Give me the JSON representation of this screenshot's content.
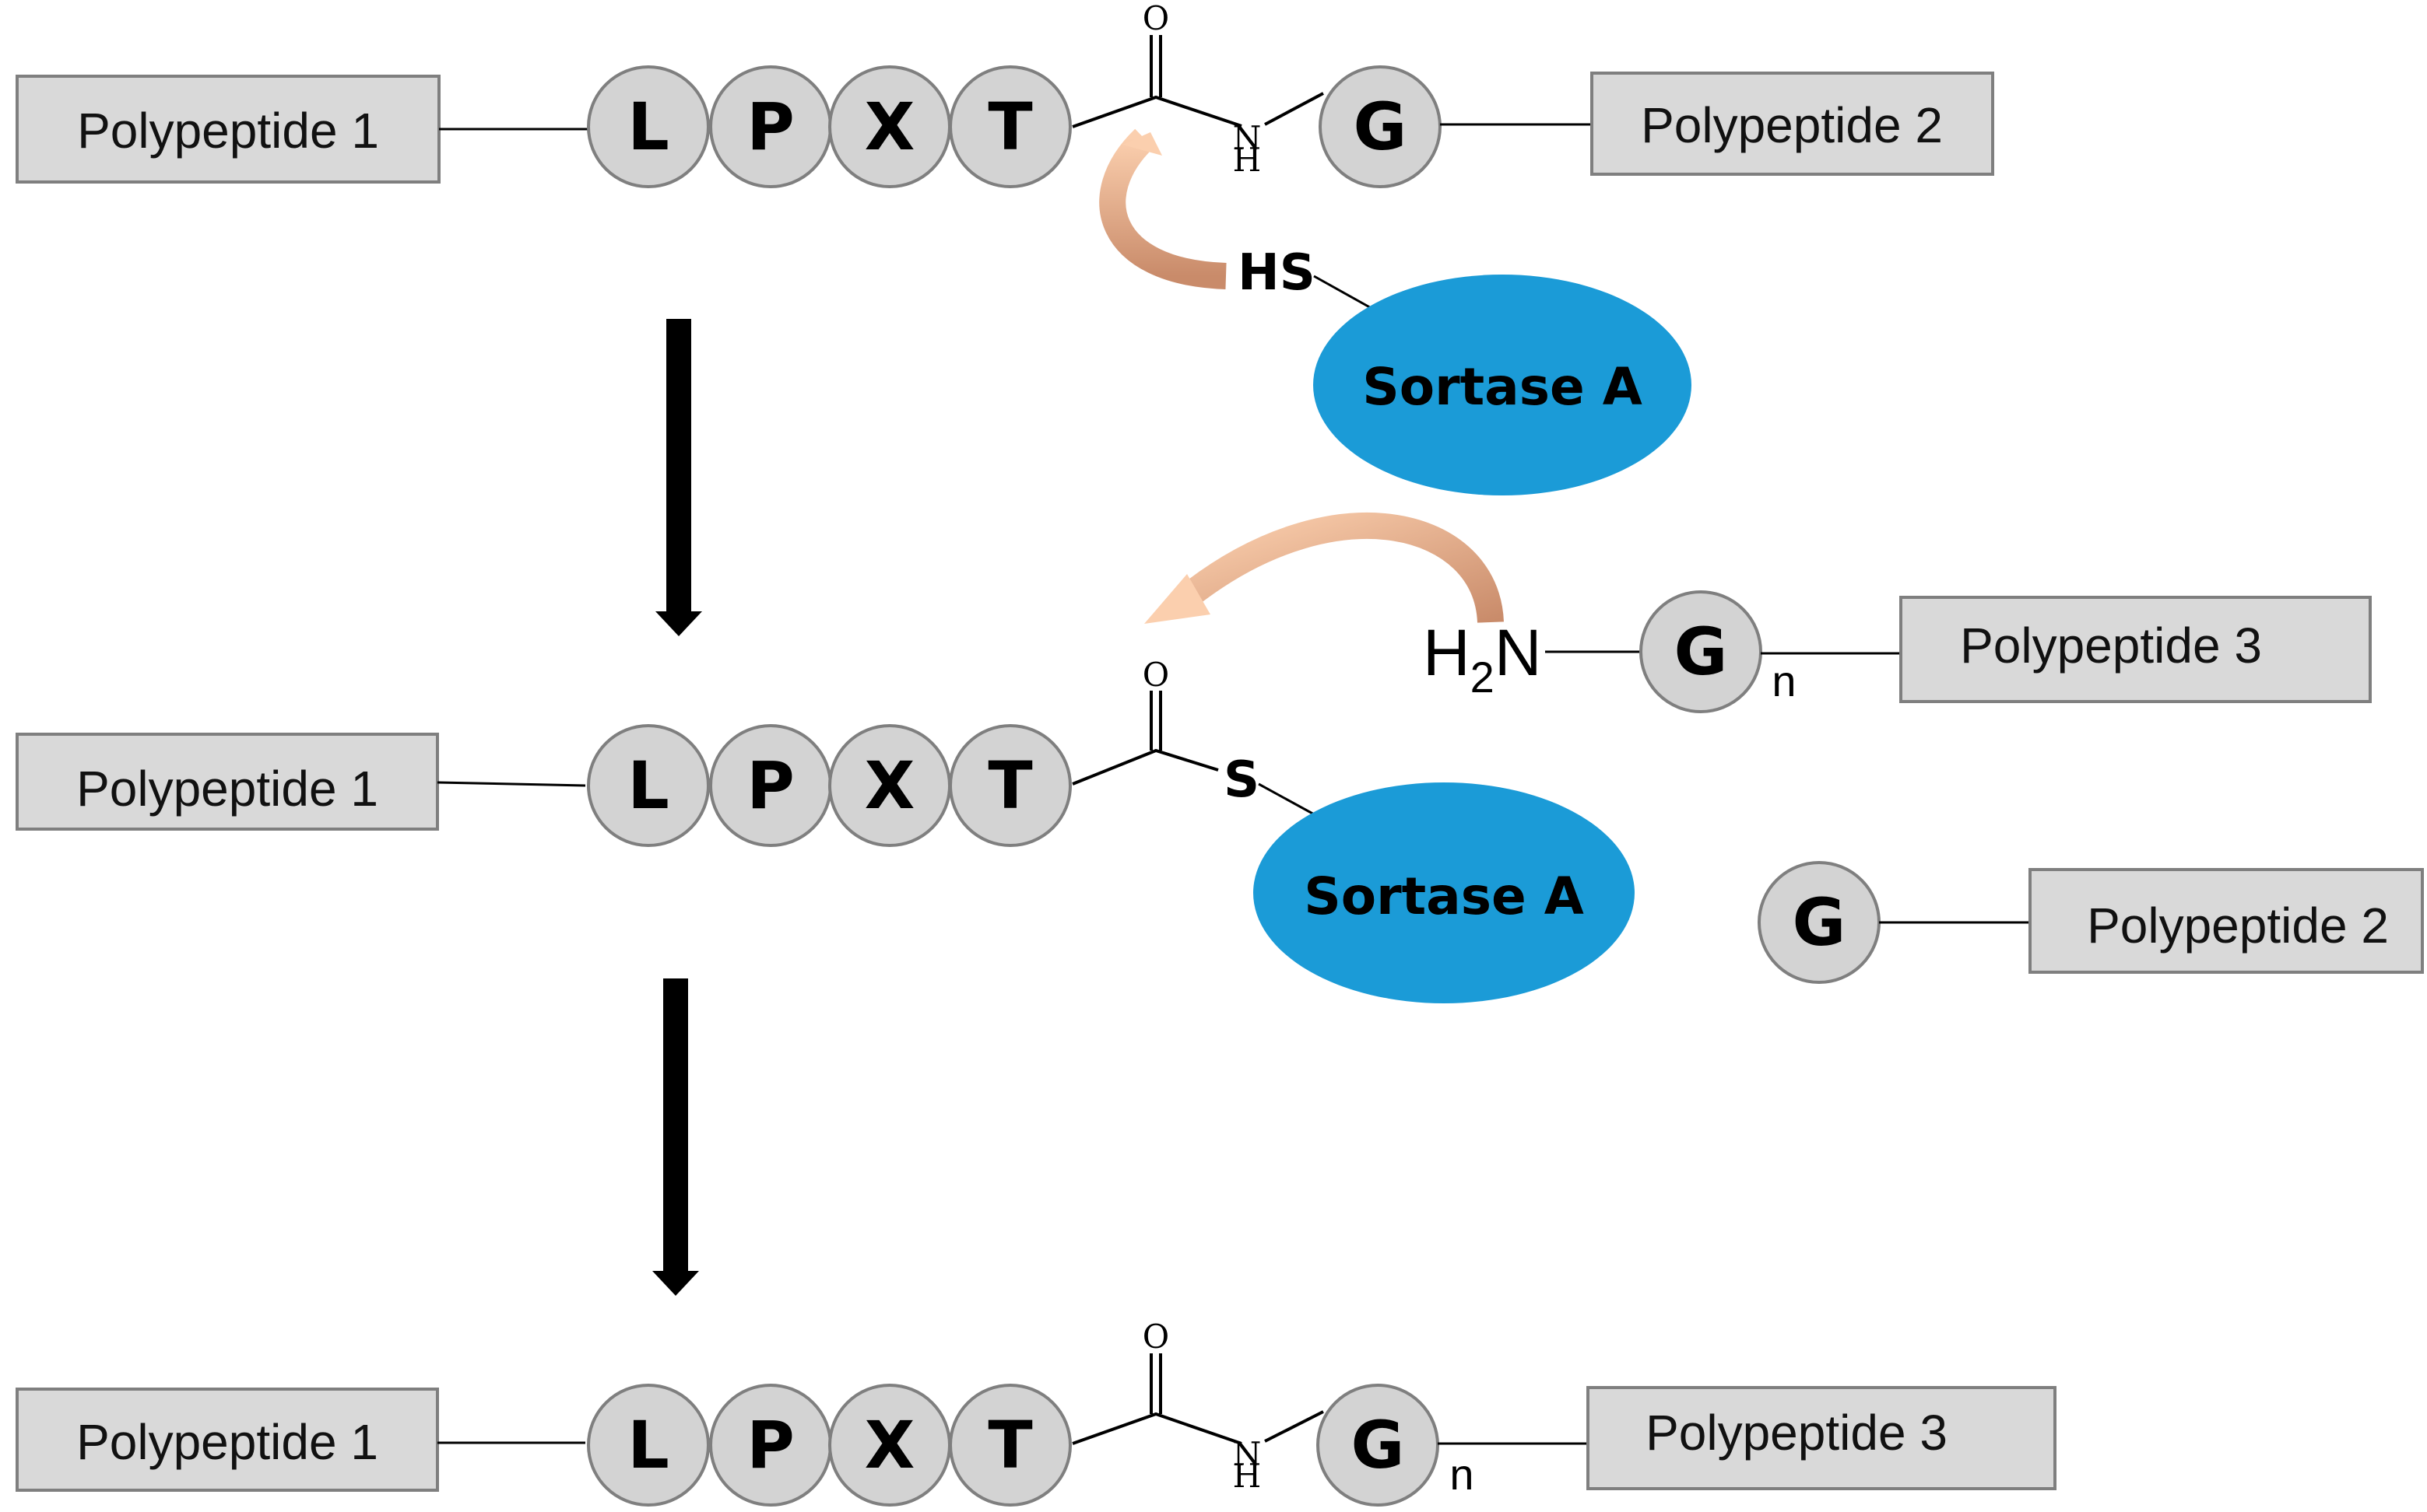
{
  "labels": {
    "polypeptide_1": "Polypeptide 1",
    "polypeptide_2": "Polypeptide 2",
    "polypeptide_3": "Polypeptide 3",
    "enzyme": "Sortase A",
    "motif": [
      "L",
      "P",
      "X",
      "T"
    ],
    "glycine": "G",
    "repeat_n": "n",
    "carbonyl_o": "O",
    "amide_n": "N",
    "amide_h": "H",
    "thiol": "HS",
    "thioester_s": "S",
    "amine_h": "H",
    "amine_sub": "2",
    "amine_n": "N"
  },
  "colors": {
    "enzyme_fill": "#1b9bd7",
    "arrow_orange": "#f4b183",
    "arrow_tan": "#d9a07e",
    "box_fill": "#d9d9d9",
    "residue_fill": "#d3d3d3"
  }
}
